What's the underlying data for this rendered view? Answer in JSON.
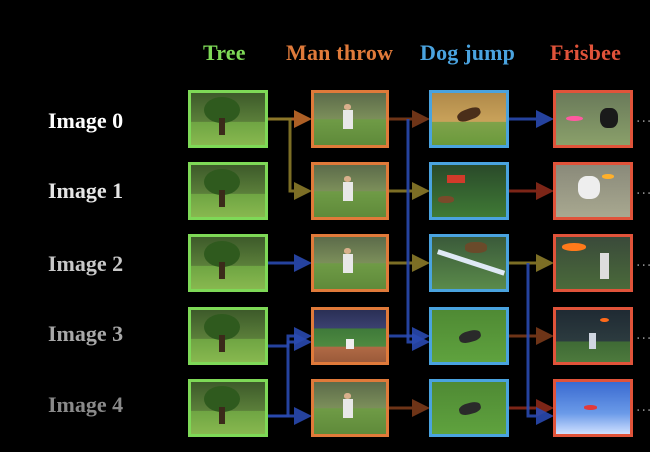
{
  "columns": [
    {
      "label": "Tree",
      "color": "#7ed957"
    },
    {
      "label": "Man throw",
      "color": "#e07a3a"
    },
    {
      "label": "Dog jump",
      "color": "#4aa3df"
    },
    {
      "label": "Frisbee",
      "color": "#e0533a"
    }
  ],
  "rows": [
    {
      "label": "Image 0",
      "color": "#ffffff"
    },
    {
      "label": "Image 1",
      "color": "#e6e6e6"
    },
    {
      "label": "Image 2",
      "color": "#c8c8c8"
    },
    {
      "label": "Image 3",
      "color": "#a8a8a8"
    },
    {
      "label": "Image 4",
      "color": "#8a8a8a"
    }
  ],
  "thumbnails": [
    [
      "tree-park-scene",
      "man-throw-frisbee-scene",
      "dog-jump-frisbee-scene",
      "dog-catch-frisbee-scene"
    ],
    [
      "tree-park-scene",
      "baseball-player-scene",
      "dog-agility-scene",
      "dog-jump-frisbee-scene"
    ],
    [
      "tree-field-scene",
      "man-throw-grass-scene",
      "dog-jump-ramp-scene",
      "frisbee-flying-scene"
    ],
    [
      "tree-garden-scene",
      "stadium-field-scene",
      "dog-run-scene",
      "man-catch-frisbee-scene"
    ],
    [
      "tree-lawn-scene",
      "man-throw-park-scene",
      "dog-grass-scene",
      "frisbee-sky-scene"
    ]
  ],
  "ellipsis": "..."
}
